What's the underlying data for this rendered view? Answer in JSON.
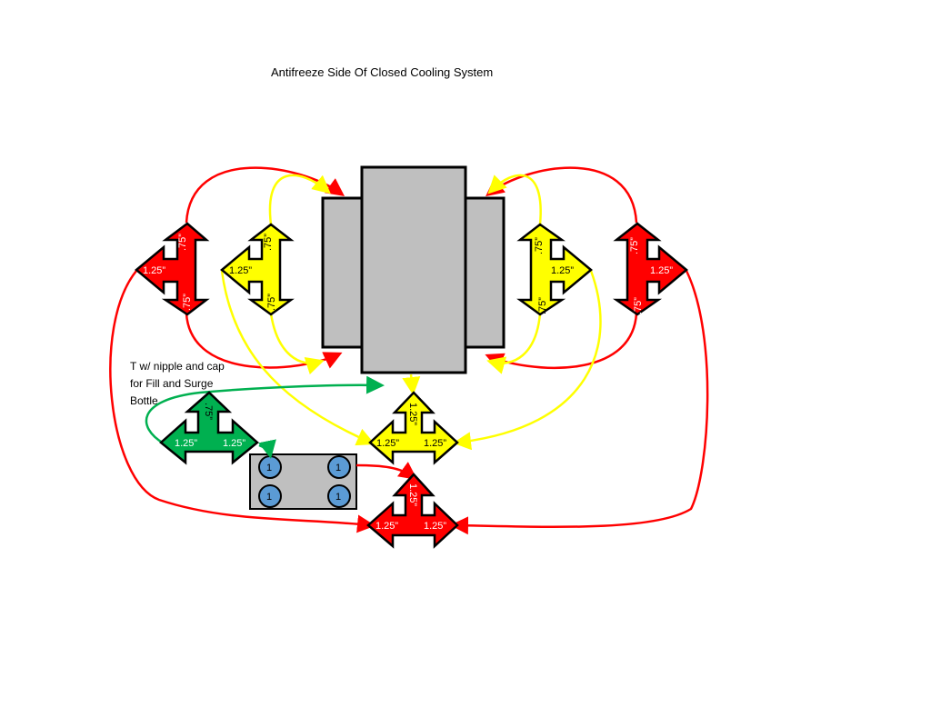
{
  "title": "Antifreeze Side Of Closed Cooling System",
  "note": "T w/ nipple and cap for Fill and Surge Bottle",
  "colors": {
    "red": "#ff0000",
    "yellow": "#ffff00",
    "green": "#00b050",
    "gray": "#bfbfbf",
    "port": "#5b9bd5",
    "outline": "#000000"
  },
  "fittings": {
    "red_left": {
      "side": "1.25”",
      "top": ".75”",
      "bottom": ".75”"
    },
    "yellow_left": {
      "side": "1.25”",
      "top": ".75”",
      "bottom": ".75”"
    },
    "yellow_right": {
      "side": "1.25”",
      "top": ".75”",
      "bottom": ".75”"
    },
    "red_right": {
      "side": "1.25”",
      "top": ".75”",
      "bottom": ".75”"
    },
    "yellow_center": {
      "left": "1.25”",
      "right": "1.25”",
      "top": "1.25”"
    },
    "green_tee": {
      "left": "1.25”",
      "right": "1.25”",
      "top": ".75”"
    },
    "red_bottom": {
      "left": "1.25”",
      "right": "1.25”",
      "top": "1.25”"
    }
  },
  "manifold_ports": [
    "1",
    "1",
    "1",
    "1"
  ]
}
